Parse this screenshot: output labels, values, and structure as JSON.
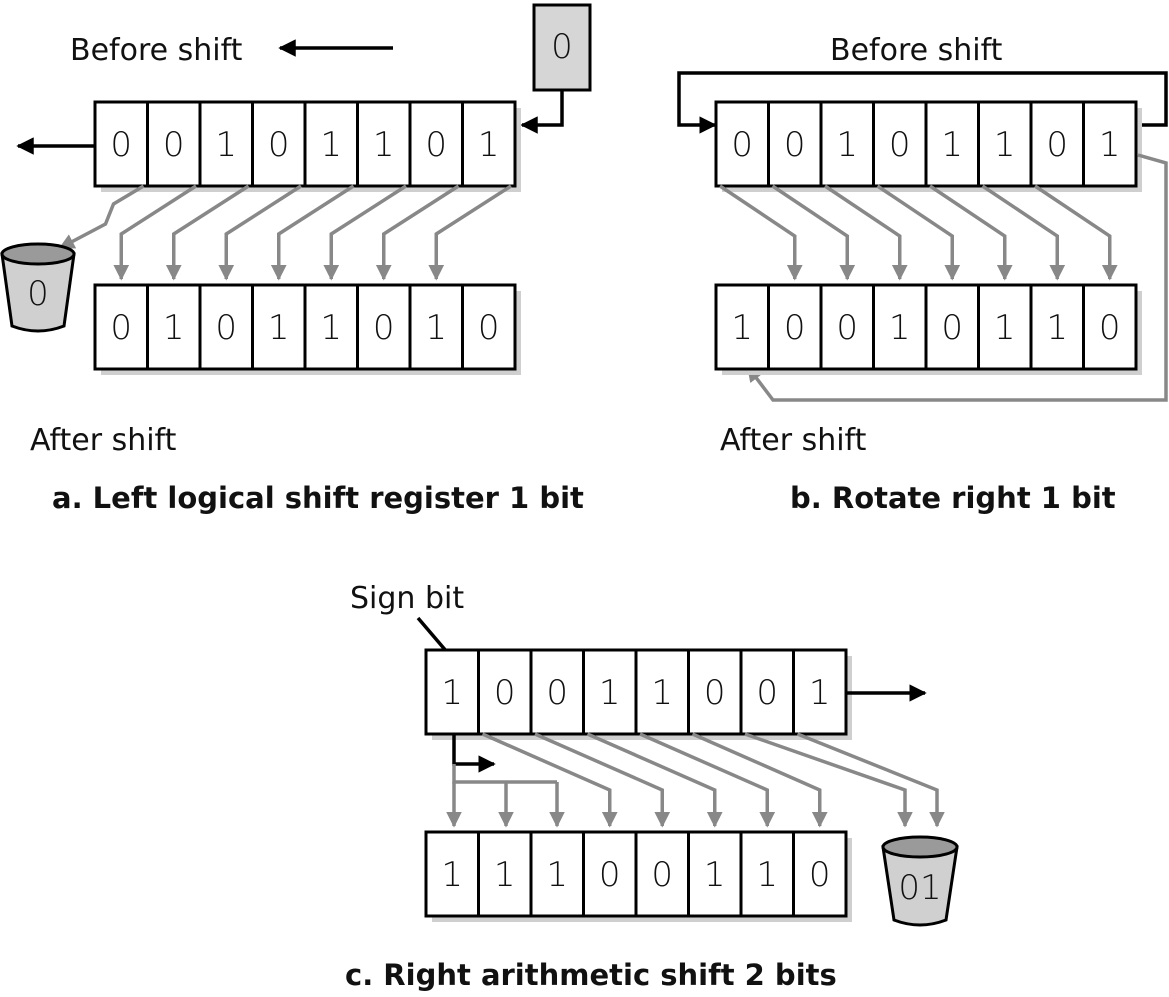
{
  "panel_a": {
    "before_label": "Before shift",
    "after_label": "After shift",
    "caption": "a. Left logical shift register 1 bit",
    "input_bit": "0",
    "bucket_value": "0",
    "before_bits": [
      "0",
      "0",
      "1",
      "0",
      "1",
      "1",
      "0",
      "1"
    ],
    "after_bits": [
      "0",
      "1",
      "0",
      "1",
      "1",
      "0",
      "1",
      "0"
    ]
  },
  "panel_b": {
    "before_label": "Before shift",
    "after_label": "After shift",
    "caption": "b. Rotate right 1 bit",
    "before_bits": [
      "0",
      "0",
      "1",
      "0",
      "1",
      "1",
      "0",
      "1"
    ],
    "after_bits": [
      "1",
      "0",
      "0",
      "1",
      "0",
      "1",
      "1",
      "0"
    ]
  },
  "panel_c": {
    "sign_label": "Sign bit",
    "caption": "c. Right arithmetic shift 2 bits",
    "bucket_value": "01",
    "before_bits": [
      "1",
      "0",
      "0",
      "1",
      "1",
      "0",
      "0",
      "1"
    ],
    "after_bits": [
      "1",
      "1",
      "1",
      "0",
      "0",
      "1",
      "1",
      "0"
    ]
  }
}
